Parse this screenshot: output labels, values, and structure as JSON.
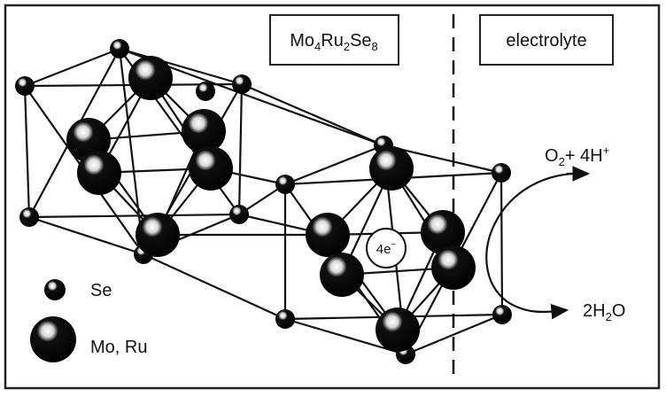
{
  "compound": {
    "base": [
      "Mo",
      "Ru",
      "Se"
    ],
    "subscripts": [
      "4",
      "2",
      "8"
    ]
  },
  "electrolyte_label": "electrolyte",
  "electron_label": {
    "text": "4e",
    "superscript": "−"
  },
  "reactant": {
    "o_base": "O",
    "o_sub": "2",
    "rest": "+ 4H",
    "plus": "+"
  },
  "product": {
    "prefix": "2H",
    "sub": "2",
    "suffix": "O"
  },
  "legend": {
    "small_atom_label": "Se",
    "large_atom_label": "Mo, Ru"
  },
  "colors": {
    "line": "#111111",
    "atom": "#0a0a0a",
    "highlight": "#ffffff",
    "frame": "#222222"
  }
}
